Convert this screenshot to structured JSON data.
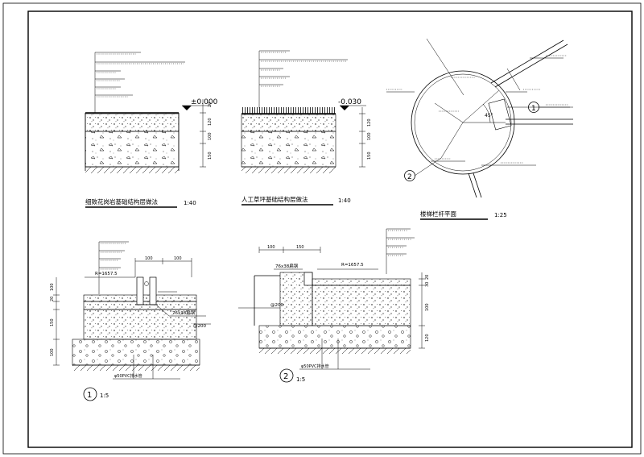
{
  "drawing": {
    "detail_a": {
      "level": "±0.000",
      "dims": [
        "20",
        "120",
        "100",
        "150"
      ],
      "title": "细致花岗岩基础结构层做法",
      "scale": "1:40"
    },
    "detail_b": {
      "level": "-0.030",
      "dims": [
        "120",
        "100",
        "150"
      ],
      "title": "人工草坪基础结构层做法",
      "scale": "1:40"
    },
    "detail_c": {
      "title": "楼梯栏杆平面",
      "scale": "1:25",
      "angle": "45°",
      "markers": [
        "1",
        "2"
      ]
    },
    "detail_1": {
      "marker": "1",
      "scale": "1:5",
      "dims_top": [
        "100",
        "100"
      ],
      "dims_left": [
        "100",
        "20",
        "150",
        "100"
      ],
      "radius": "R=1657.5",
      "part": "76x38扁钢",
      "spacing": "@200",
      "note_bottom": "φ50PVC排水管"
    },
    "detail_2": {
      "marker": "2",
      "scale": "1:5",
      "dims_top": [
        "100",
        "150"
      ],
      "dims_right": [
        "20",
        "30",
        "100",
        "120"
      ],
      "radius": "R=1657.5",
      "part": "76x38扁钢",
      "spacing": "@200",
      "note_bottom": "φ50PVC排水管"
    }
  }
}
